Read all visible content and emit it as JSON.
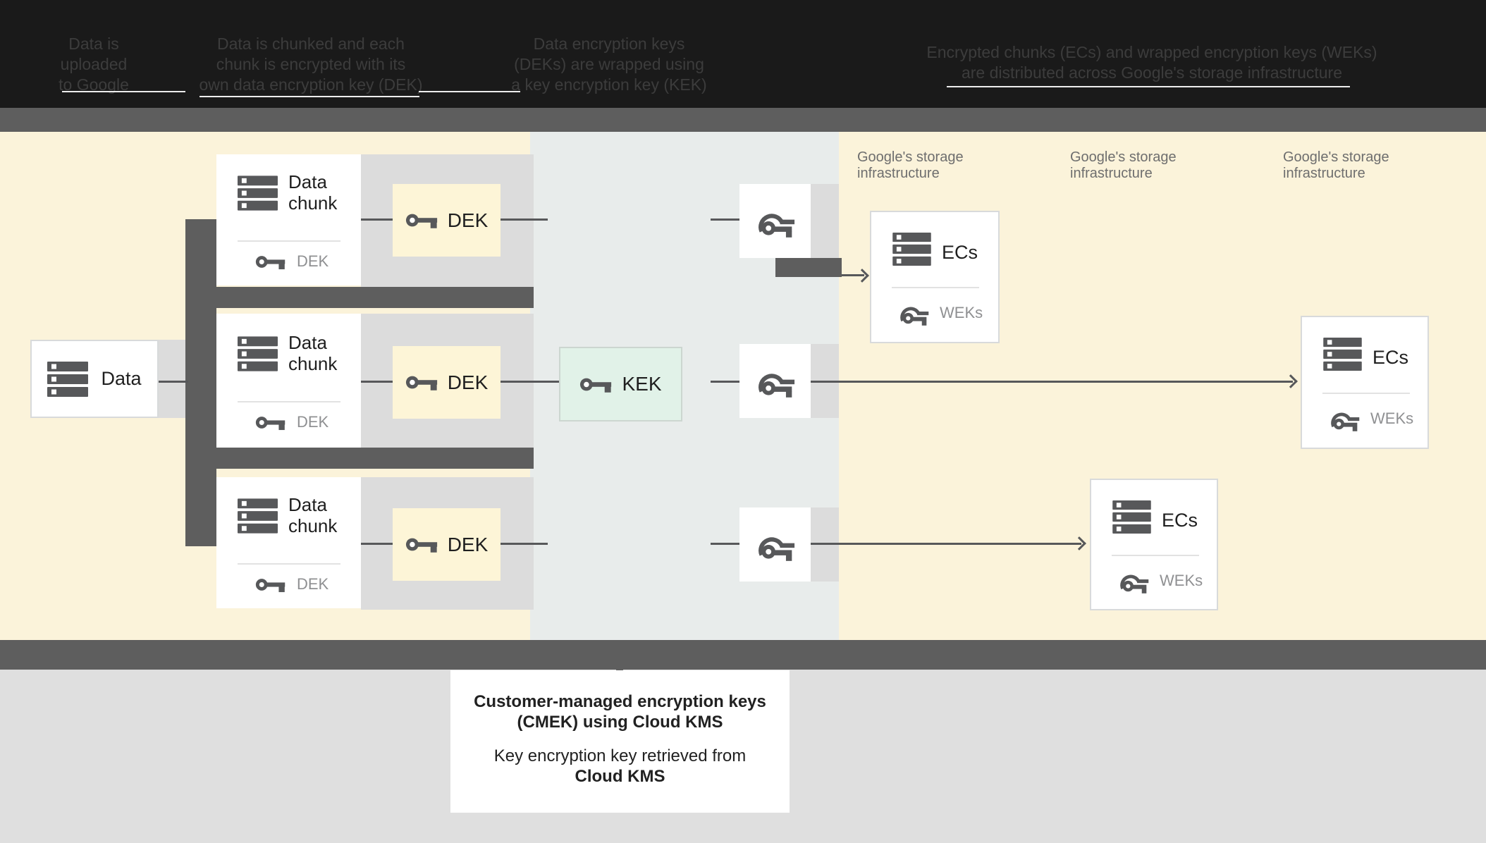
{
  "header": {
    "columns": [
      {
        "lines": [
          "Data is",
          "uploaded",
          "to Google"
        ]
      },
      {
        "lines": [
          "Data is chunked and each",
          "chunk is encrypted with its",
          "own data encryption key (DEK)"
        ]
      },
      {
        "lines": [
          "Data encryption keys",
          "(DEKs) are wrapped using",
          "a key encryption key (KEK)"
        ]
      },
      {
        "lines": [
          "Encrypted chunks (ECs) and wrapped encryption keys (WEKs)",
          "are distributed across Google's storage infrastructure"
        ]
      }
    ]
  },
  "diagram": {
    "data_box": {
      "label": "Data"
    },
    "chunks": [
      {
        "title": "Data chunk",
        "key_label": "DEK"
      },
      {
        "title": "Data chunk",
        "key_label": "DEK"
      },
      {
        "title": "Data chunk",
        "key_label": "DEK"
      }
    ],
    "dek_boxes": [
      {
        "label": "DEK"
      },
      {
        "label": "DEK"
      },
      {
        "label": "DEK"
      }
    ],
    "kek_box": {
      "label": "KEK"
    },
    "storage_labels": [
      {
        "line1": "Google's storage",
        "line2": "infrastructure"
      },
      {
        "line1": "Google's storage",
        "line2": "infrastructure"
      },
      {
        "line1": "Google's storage",
        "line2": "infrastructure"
      }
    ],
    "ecs_boxes": [
      {
        "title": "ECs",
        "key_label": "WEKs"
      },
      {
        "title": "ECs",
        "key_label": "WEKs"
      },
      {
        "title": "ECs",
        "key_label": "WEKs"
      }
    ]
  },
  "callout": {
    "line1": "Customer-managed encryption keys",
    "line2": "(CMEK) using Cloud KMS",
    "line3": "Key encryption key retrieved from",
    "line4": "Cloud KMS"
  },
  "colors": {
    "header_bg": "#1a1a1a",
    "dark_band": "#5e5e5e",
    "cream": "#fbf3da",
    "panel_blue": "#e8eceb",
    "kek_green": "#e1f2e8",
    "dek_cream": "#fdf5d7",
    "connector_gray": "#dcdcdc",
    "icon_gray": "#57585a",
    "muted_text": "#8f9092"
  }
}
